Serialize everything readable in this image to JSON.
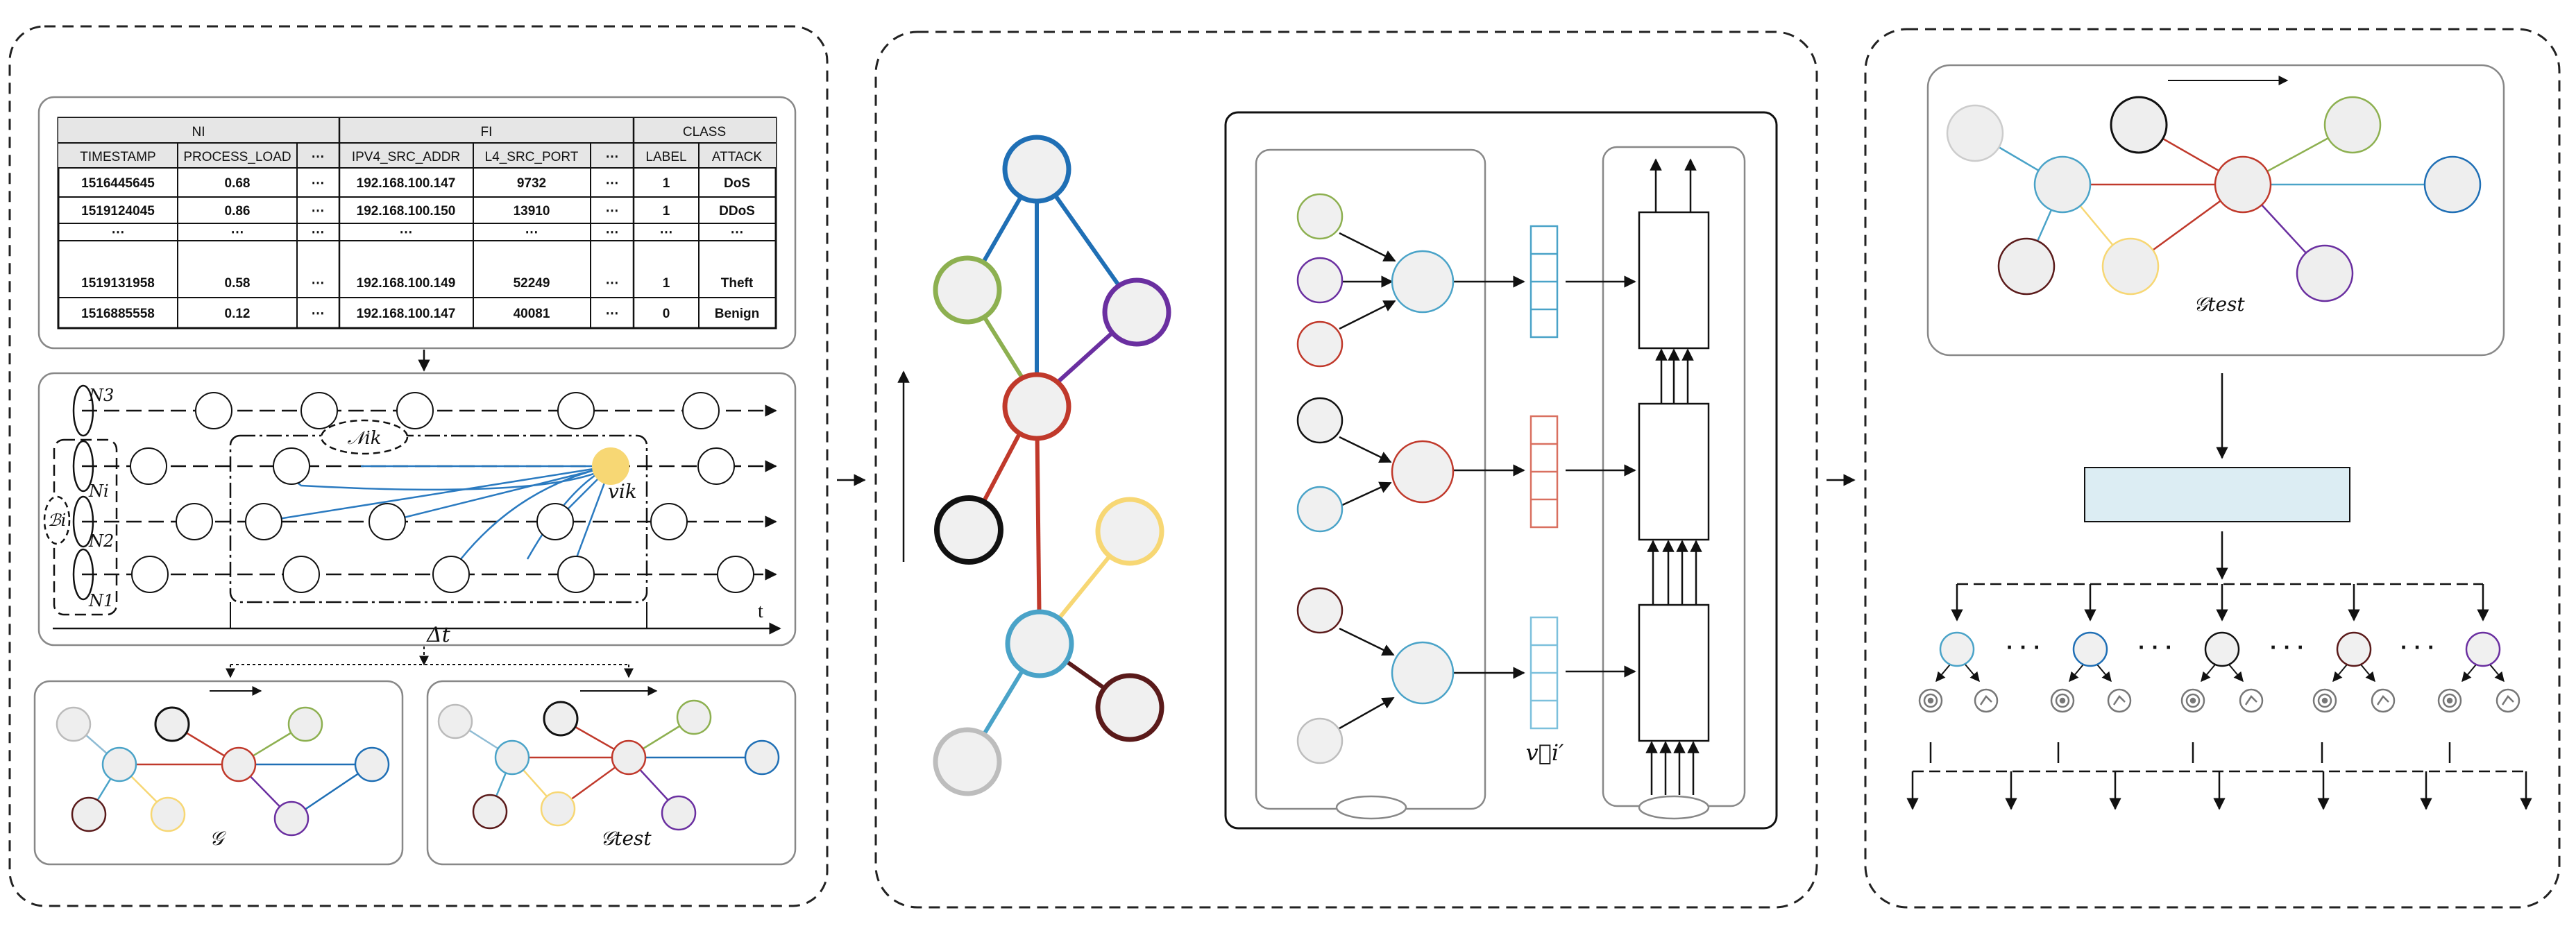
{
  "table": {
    "groups": [
      "NI",
      "FI",
      "CLASS"
    ],
    "columns": [
      "TIMESTAMP",
      "PROCESS_LOAD",
      "⋯",
      "IPV4_SRC_ADDR",
      "L4_SRC_PORT",
      "⋯",
      "LABEL",
      "ATTACK"
    ],
    "rows": [
      [
        "1516445645",
        "0.68",
        "⋯",
        "192.168.100.147",
        "9732",
        "⋯",
        "1",
        "DoS"
      ],
      [
        "1519124045",
        "0.86",
        "⋯",
        "192.168.100.150",
        "13910",
        "⋯",
        "1",
        "DDoS"
      ],
      [
        "⋯",
        "⋯",
        "⋯",
        "⋯",
        "⋯",
        "⋯",
        "⋯",
        "⋯"
      ],
      [
        "1519131958",
        "0.58",
        "⋯",
        "192.168.100.149",
        "52249",
        "⋯",
        "1",
        "Theft"
      ],
      [
        "1516885558",
        "0.12",
        "⋯",
        "192.168.100.147",
        "40081",
        "⋯",
        "0",
        "Benign"
      ]
    ]
  },
  "temporal": {
    "lane_labels": [
      "N3",
      "Ni",
      "N2",
      "N1"
    ],
    "neighborhood_label": "𝒩ik",
    "batch_label": "ℬi",
    "target_label": "vik",
    "window_label": "Δt",
    "time_label": "t"
  },
  "graphs": {
    "train_label": "𝒢",
    "test_label": "𝒢test"
  },
  "middle": {
    "embedding_label": "v⃗i′"
  },
  "right": {
    "test_graph_label": "𝒢test",
    "dots": "· · ·"
  },
  "colors": {
    "blue": "#1f6fb5",
    "lightblue": "#4aa3c8",
    "red": "#c0392b",
    "green": "#8db050",
    "purple": "#6a2fa0",
    "yellow": "#f7d774",
    "darkred": "#5a1a1a",
    "gray": "#bdbdbd",
    "edge_blue": "#2a7ac0",
    "box_fill": "#dcedf3"
  }
}
